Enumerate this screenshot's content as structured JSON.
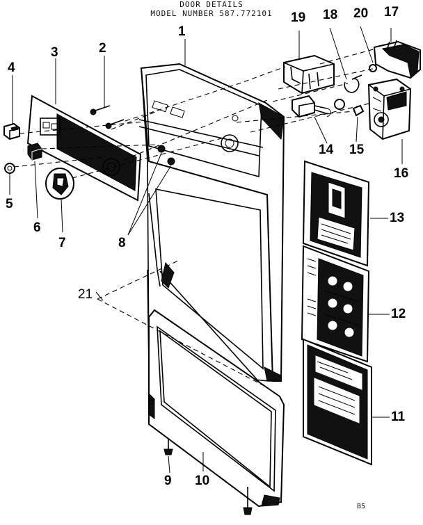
{
  "header": {
    "title": "DOOR DETAILS",
    "model_line": "MODEL NUMBER 587.772101"
  },
  "callouts": {
    "c1": "1",
    "c2": "2",
    "c3": "3",
    "c4": "4",
    "c5": "5",
    "c6": "6",
    "c7": "7",
    "c8": "8",
    "c9": "9",
    "c10": "10",
    "c11": "11",
    "c12": "12",
    "c13": "13",
    "c14": "14",
    "c15": "15",
    "c16": "16",
    "c17": "17",
    "c18": "18",
    "c19": "19",
    "c20": "20",
    "c21": "21"
  },
  "page_ref": "B5"
}
